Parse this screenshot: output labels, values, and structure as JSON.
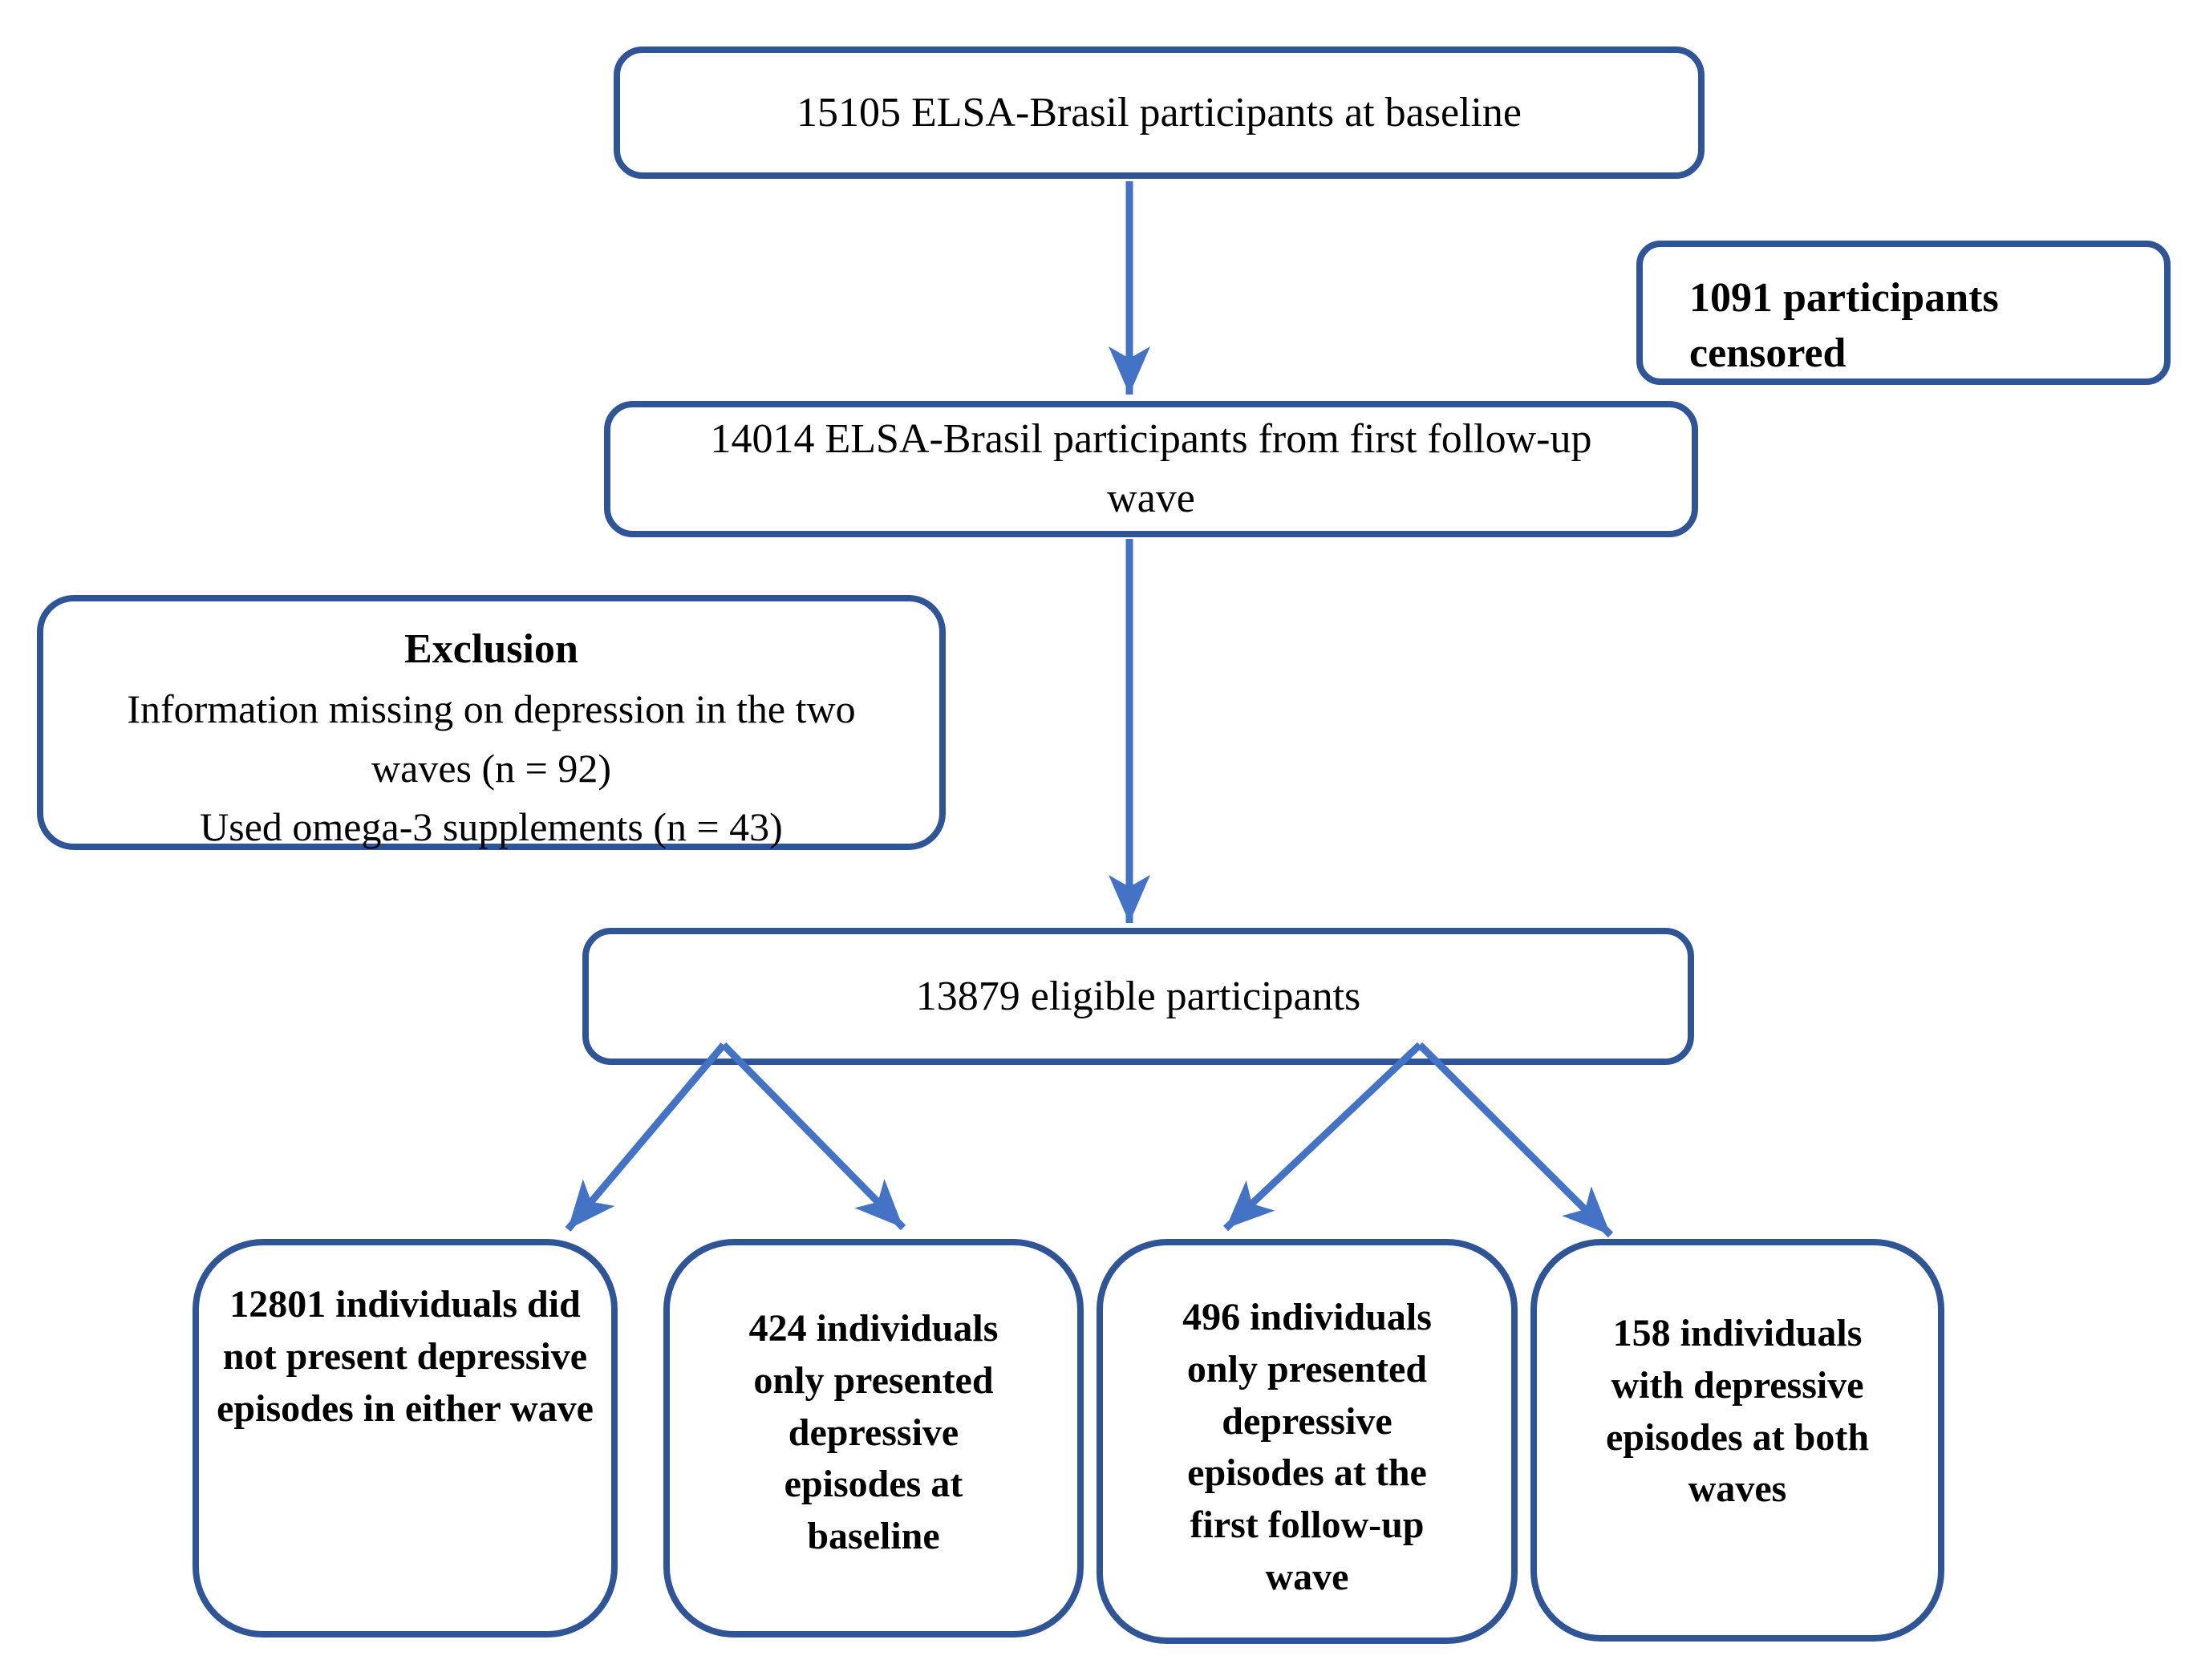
{
  "boxes": {
    "baseline": {
      "text": "15105 ELSA-Brasil participants at baseline"
    },
    "censored": {
      "text": "1091 participants censored"
    },
    "followup": {
      "text": "14014 ELSA-Brasil participants from first follow-up wave"
    },
    "exclusion": {
      "title": "Exclusion",
      "reason1": "Information missing on depression in the two waves (n = 92)",
      "reason2": "Used omega-3 supplements (n = 43)"
    },
    "eligible": {
      "text": "13879 eligible participants"
    },
    "outcome_none": {
      "text": "12801 individuals did not present depressive episodes in either wave"
    },
    "outcome_baseline_only": {
      "text": "424 individuals only presented depressive episodes at baseline"
    },
    "outcome_followup_only": {
      "text": "496 individuals only presented depressive episodes at the first follow-up wave"
    },
    "outcome_both": {
      "text": "158 individuals with depressive episodes at both waves"
    }
  },
  "colors": {
    "box_border": "#2F5597",
    "arrow": "#4472C4",
    "text": "#000000",
    "background": "#FFFFFF"
  }
}
